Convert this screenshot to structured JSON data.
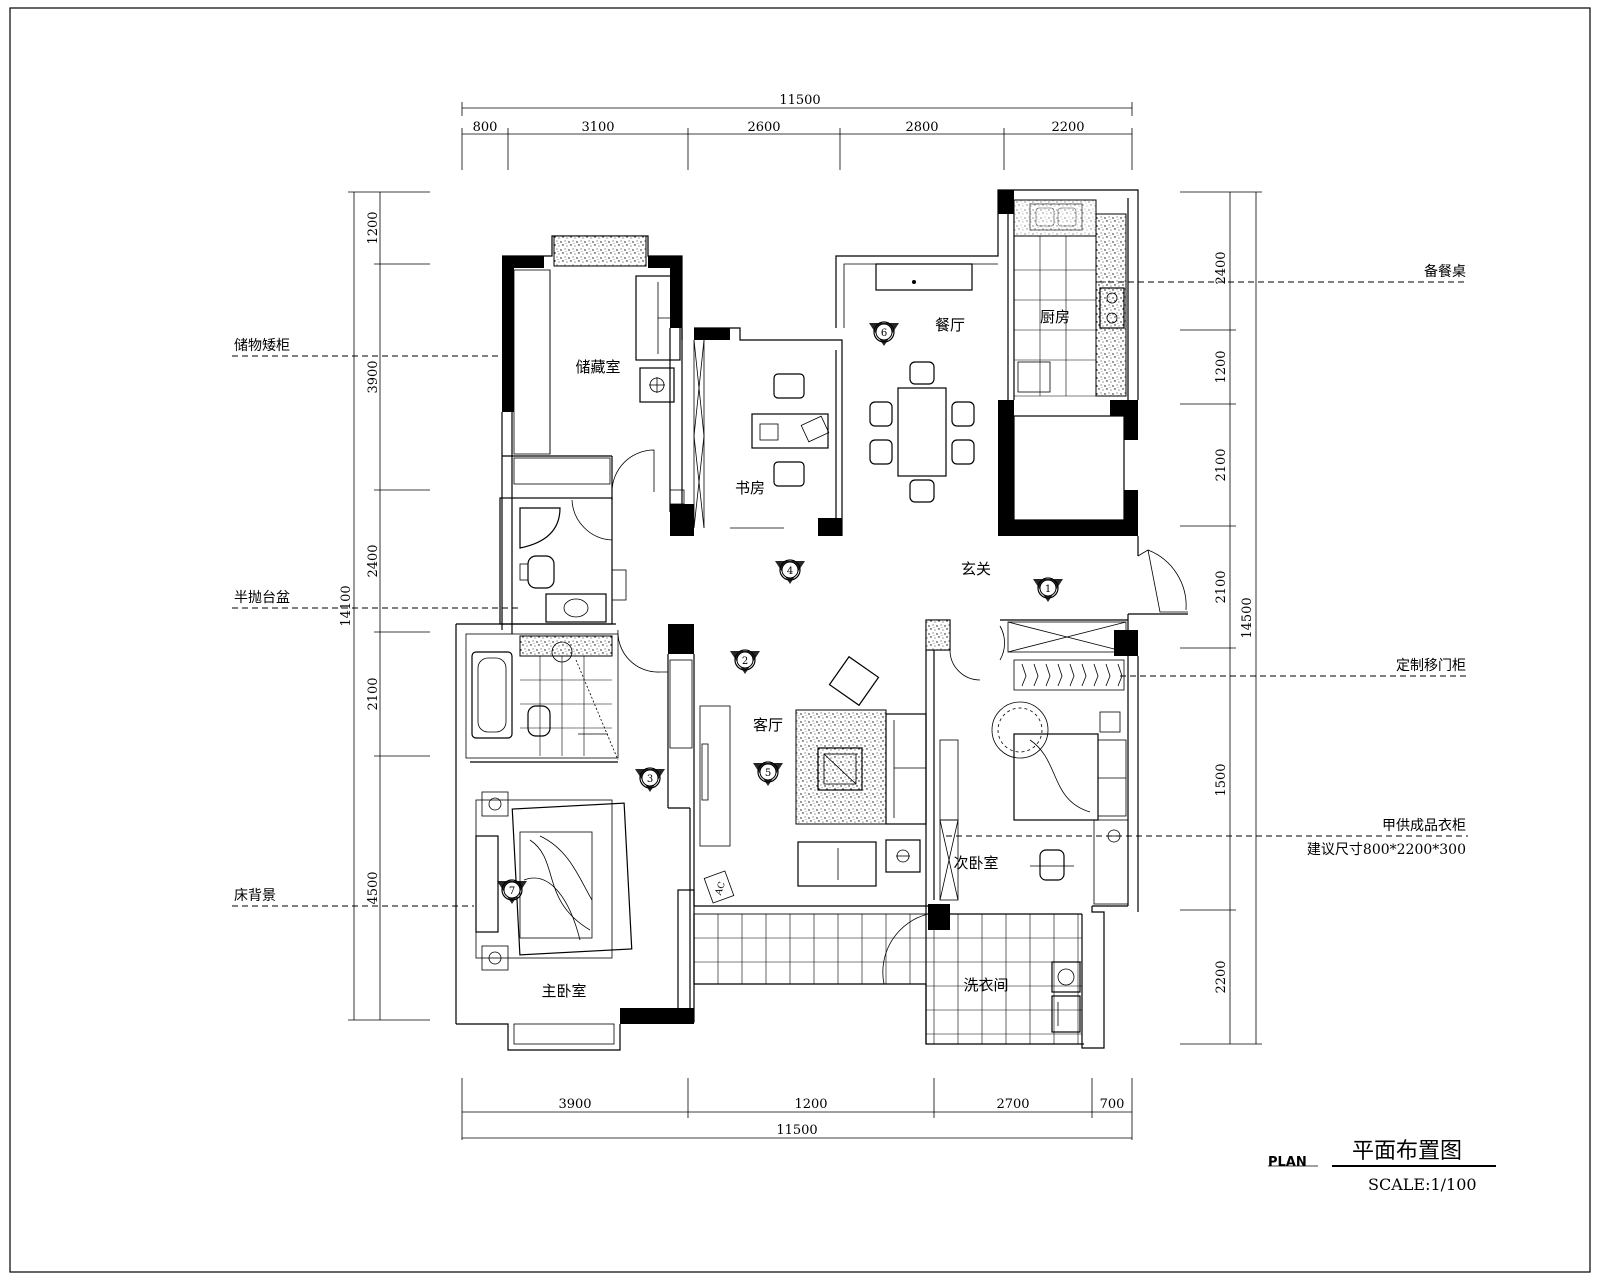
{
  "drawing": {
    "rooms": {
      "storage": "储藏室",
      "study": "书房",
      "dining": "餐厅",
      "kitchen": "厨房",
      "foyer": "玄关",
      "living": "客厅",
      "second_bedroom": "次卧室",
      "master_bedroom": "主卧室",
      "laundry": "洗衣间"
    },
    "callouts": {
      "storage_cabinet": "储物矮柜",
      "basin_counter": "半抛台盆",
      "bed_backdrop": "床背景",
      "sideboard": "备餐桌",
      "sliding_wardrobe": "定制移门柜",
      "wardrobe_product": "甲供成品衣柜",
      "wardrobe_size": "建议尺寸800*2200*300"
    },
    "dimensions": {
      "top_total": "11500",
      "top_segments": [
        "800",
        "3100",
        "2600",
        "2800",
        "2200"
      ],
      "bottom_total": "11500",
      "bottom_segments": [
        "3900",
        "1200",
        "2700",
        "700"
      ],
      "left_total": "14100",
      "left_segments": [
        "1200",
        "3900",
        "2400",
        "2100",
        "4500"
      ],
      "right_total": "14500",
      "right_segments": [
        "2400",
        "1200",
        "2100",
        "2100",
        "1500",
        "2200"
      ]
    },
    "markers": [
      "1",
      "2",
      "3",
      "4",
      "5",
      "6",
      "7"
    ],
    "ac_label": "AC",
    "plan_label": "PLAN",
    "title": "平面布置图",
    "scale": "SCALE:1/100"
  }
}
